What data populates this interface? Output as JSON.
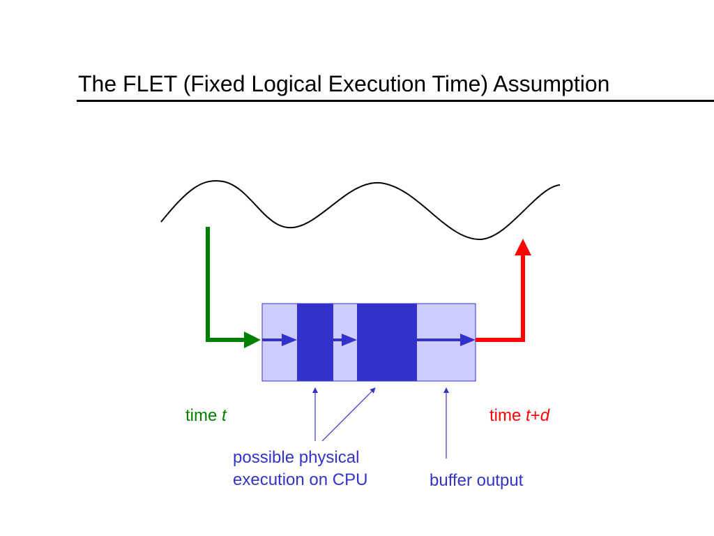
{
  "slide": {
    "title": "The FLET (Fixed Logical Execution Time) Assumption"
  },
  "labels": {
    "time_start_prefix": "time ",
    "time_start_var": "t",
    "time_end_prefix": "time ",
    "time_end_var_t": "t",
    "time_end_plus": "+",
    "time_end_var_d": "d",
    "cpu_line1": "possible physical",
    "cpu_line2": "execution on CPU",
    "buffer": "buffer output"
  },
  "colors": {
    "input_arrow": "#008000",
    "output_arrow": "#ff0000",
    "box_fill": "#ccccff",
    "exec_block": "#3333cc",
    "annotation": "#3333cc"
  }
}
